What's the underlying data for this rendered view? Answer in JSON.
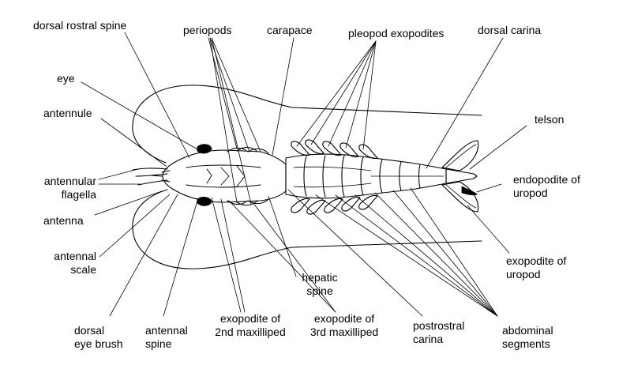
{
  "labels": {
    "dorsal_rostral_spine": "dorsal rostral spine",
    "periopods": "periopods",
    "carapace": "carapace",
    "pleopod_exopodites": "pleopod exopodites",
    "dorsal_carina": "dorsal carina",
    "eye": "eye",
    "antennule": "antennule",
    "telson": "telson",
    "antennular_flagella_1": "antennular",
    "antennular_flagella_2": "flagella",
    "endopodite_of_uropod_1": "endopodite of",
    "endopodite_of_uropod_2": "uropod",
    "antenna": "antenna",
    "antennal_scale_1": "antennal",
    "antennal_scale_2": "scale",
    "exopodite_of_uropod_1": "exopodite of",
    "exopodite_of_uropod_2": "uropod",
    "hepatic_spine_1": "hepatic",
    "hepatic_spine_2": "spine",
    "dorsal_eye_brush_1": "dorsal",
    "dorsal_eye_brush_2": "eye brush",
    "antennal_spine_1": "antennal",
    "antennal_spine_2": "spine",
    "exopodite_2nd_1": "exopodite of",
    "exopodite_2nd_2": "2nd maxilliped",
    "exopodite_3rd_1": "exopodite of",
    "exopodite_3rd_2": "3rd maxilliped",
    "postrostral_carina_1": "postrostral",
    "postrostral_carina_2": "carina",
    "abdominal_segments_1": "abdominal",
    "abdominal_segments_2": "segments"
  },
  "colors": {
    "ink": "#000000",
    "paper": "#ffffff"
  }
}
